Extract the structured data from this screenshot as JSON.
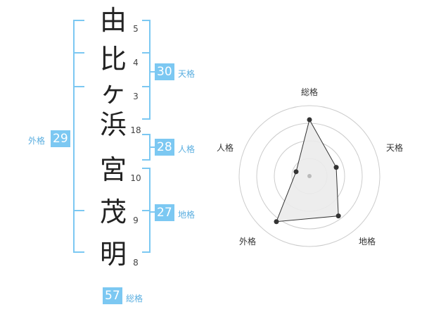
{
  "name_chars": [
    {
      "char": "由",
      "strokes": "5"
    },
    {
      "char": "比",
      "strokes": "4"
    },
    {
      "char": "ヶ",
      "strokes": "3"
    },
    {
      "char": "浜",
      "strokes": "18"
    },
    {
      "char": "宮",
      "strokes": "10"
    },
    {
      "char": "茂",
      "strokes": "9"
    },
    {
      "char": "明",
      "strokes": "8"
    }
  ],
  "kakusu": {
    "tenkaku": {
      "value": "30",
      "label": "天格"
    },
    "jinkaku": {
      "value": "28",
      "label": "人格"
    },
    "chikaku": {
      "value": "27",
      "label": "地格"
    },
    "gaikaku": {
      "value": "29",
      "label": "外格"
    },
    "soukaku": {
      "value": "57",
      "label": "総格"
    }
  },
  "chart_data": {
    "type": "radar",
    "axes": [
      "総格",
      "天格",
      "地格",
      "外格",
      "人格"
    ],
    "values": [
      0.8,
      0.4,
      0.7,
      0.8,
      0.2
    ],
    "max": 1,
    "rings": 4,
    "grid": true
  },
  "colors": {
    "accent": "#7cc8f2",
    "fill": "#ebebeb",
    "line": "#333333",
    "grid": "#cccccc"
  }
}
